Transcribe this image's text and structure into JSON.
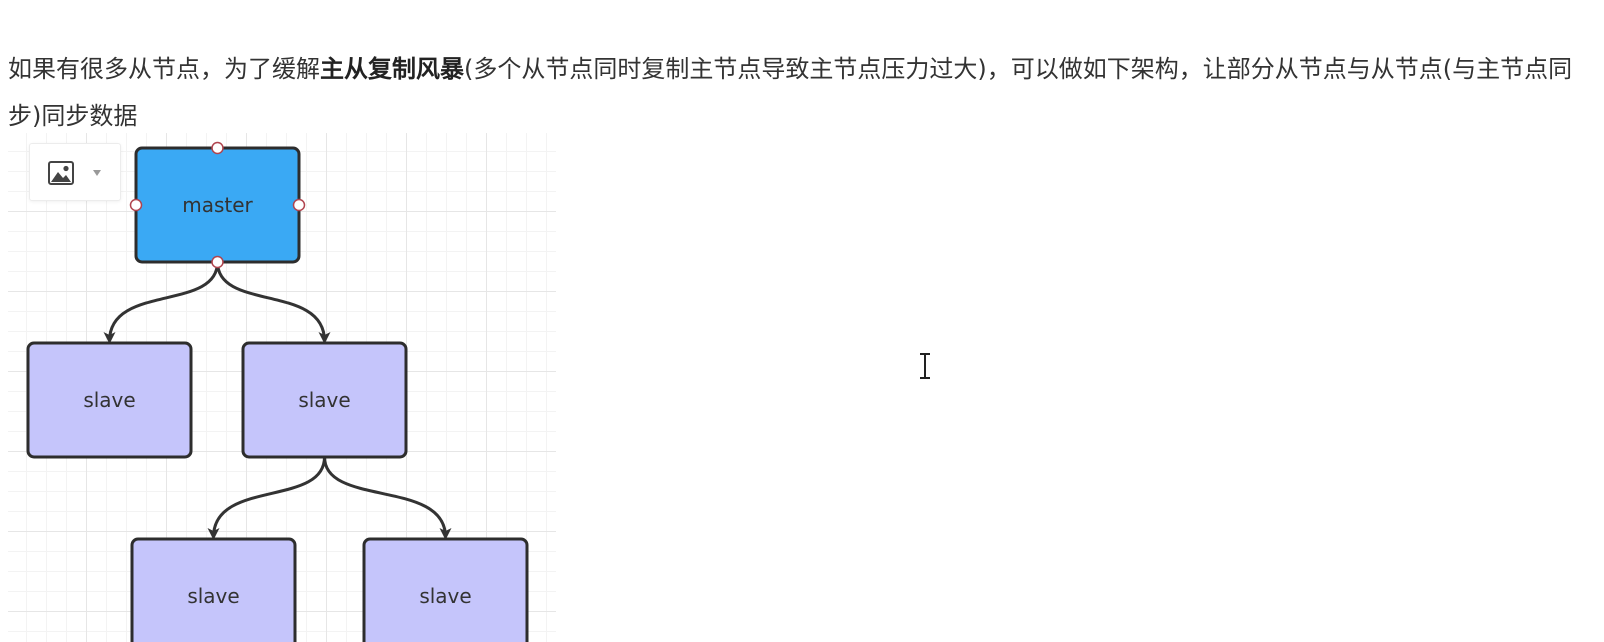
{
  "paragraph": {
    "before_bold": "如果有很多从节点，为了缓解",
    "bold": "主从复制风暴",
    "after_bold": "(多个从节点同时复制主节点导致主节点压力过大)，可以做如下架构，让部分从节点与从节点(与主节点同步)同步数据"
  },
  "diagram": {
    "toolbar": {
      "icon": "image-icon",
      "caret": "chevron-down-icon"
    },
    "colors": {
      "master_fill": "#3aa9f4",
      "slave_fill": "#c5c5fb",
      "node_stroke": "#2d2d2d",
      "edge": "#333333",
      "handle_stroke": "#b0444e"
    },
    "nodes": [
      {
        "id": "master",
        "label": "master",
        "role": "master"
      },
      {
        "id": "slave1",
        "label": "slave",
        "role": "slave"
      },
      {
        "id": "slave2",
        "label": "slave",
        "role": "slave"
      },
      {
        "id": "slave3",
        "label": "slave",
        "role": "slave"
      },
      {
        "id": "slave4",
        "label": "slave",
        "role": "slave"
      }
    ],
    "edges": [
      {
        "from": "master",
        "to": "slave1"
      },
      {
        "from": "master",
        "to": "slave2"
      },
      {
        "from": "slave2",
        "to": "slave3"
      },
      {
        "from": "slave2",
        "to": "slave4"
      }
    ]
  },
  "cursor": "text-cursor-icon"
}
